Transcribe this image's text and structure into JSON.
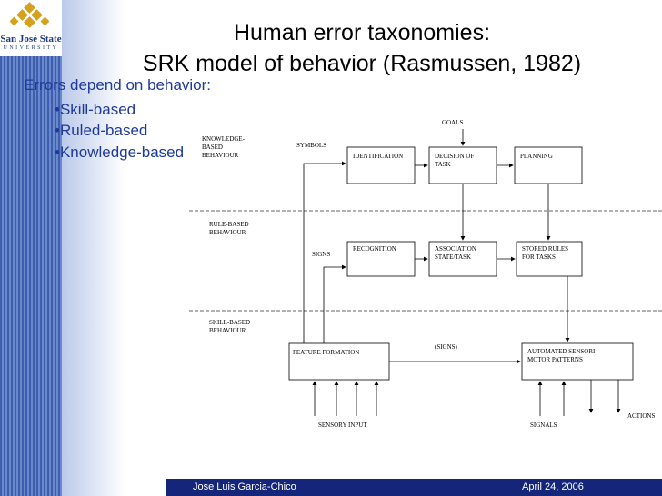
{
  "logo": {
    "name": "San José State",
    "sub": "UNIVERSITY"
  },
  "title": {
    "line1": "Human error taxonomies:",
    "line2": "SRK model of behavior (Rasmussen, 1982)"
  },
  "bullets": {
    "heading": "Errors depend on behavior:",
    "items": [
      "•Skill-based",
      "•Ruled-based",
      "•Knowledge-based"
    ]
  },
  "diagram": {
    "levels": {
      "knowledge": [
        "KNOWLEDGE-",
        "BASED",
        "BEHAVIOUR"
      ],
      "rule": [
        "RULE-BASED",
        "BEHAVIOUR"
      ],
      "skill": [
        "SKILL-BASED",
        "BEHAVIOUR"
      ]
    },
    "labels": {
      "goals": "GOALS",
      "symbols": "SYMBOLS",
      "signs": "SIGNS",
      "signs_paren": "(SIGNS)",
      "sensory_input": "SENSORY INPUT",
      "signals": "SIGNALS",
      "actions": "ACTIONS"
    },
    "boxes": {
      "identification": [
        "IDENTIFICATION"
      ],
      "decision": [
        "DECISION OF",
        "TASK"
      ],
      "planning": [
        "PLANNING"
      ],
      "recognition": [
        "RECOGNITION"
      ],
      "association": [
        "ASSOCIATION",
        "STATE/TASK"
      ],
      "stored_rules": [
        "STORED RULES",
        "FOR TASKS"
      ],
      "feature": [
        "FEATURE FORMATION"
      ],
      "automated": [
        "AUTOMATED SENSORI-",
        "MOTOR PATTERNS"
      ]
    }
  },
  "footer": {
    "author": "Jose Luis Garcia-Chico",
    "date": "April 24, 2006"
  },
  "colors": {
    "accent": "#1f3a9a",
    "footer": "#15257a",
    "strip": "#3f5fae"
  }
}
